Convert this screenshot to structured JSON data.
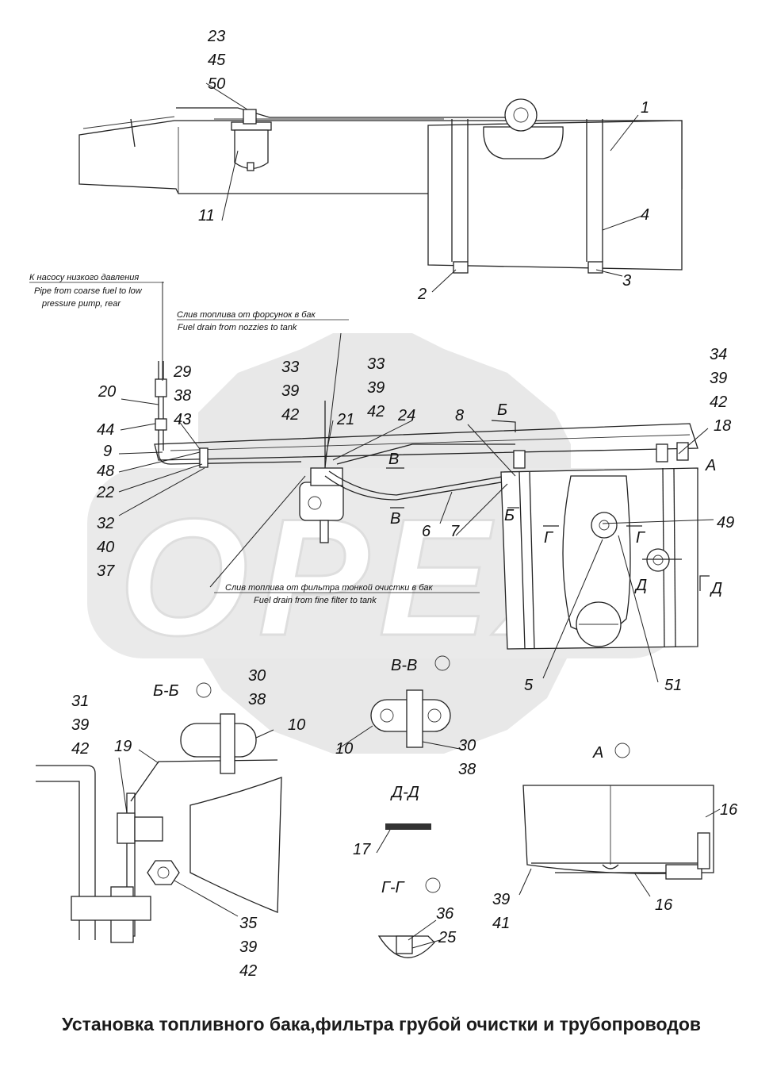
{
  "title": "Установка топливного бака,фильтра грубой очистки и трубопроводов",
  "watermark": "OPEX",
  "colors": {
    "line": "#222222",
    "watermark": "#e6e6e6",
    "text": "#111111"
  },
  "notes": {
    "low_pressure_ru": "К насосу низкого давления",
    "low_pressure_en1": "Pipe from coarse fuel to low",
    "low_pressure_en2": "pressure pump, rear",
    "nozzle_drain_ru": "Слив топлива от форсунок в бак",
    "nozzle_drain_en": "Fuel drain from nozzies to tank",
    "filter_drain_ru": "Слив топлива от фильтра тонкой очистки в бак",
    "filter_drain_en": "Fuel drain from fine filter to tank"
  },
  "sections": {
    "bb": "Б-Б",
    "vv": "В-В",
    "dd": "Д-Д",
    "gg": "Г-Г",
    "a": "А",
    "mark_b": "Б",
    "mark_v": "В",
    "mark_g": "Г",
    "mark_d": "Д"
  },
  "callouts": {
    "c1": "1",
    "c2": "2",
    "c3": "3",
    "c4": "4",
    "c5": "5",
    "c6": "6",
    "c7": "7",
    "c8": "8",
    "c9": "9",
    "c10": "10",
    "c11": "11",
    "c16": "16",
    "c17": "17",
    "c18": "18",
    "c19": "19",
    "c20": "20",
    "c21": "21",
    "c22": "22",
    "c23": "23",
    "c24": "24",
    "c25": "25",
    "c29": "29",
    "c30": "30",
    "c31": "31",
    "c32": "32",
    "c33": "33",
    "c34": "34",
    "c35": "35",
    "c36": "36",
    "c37": "37",
    "c38": "38",
    "c39": "39",
    "c40": "40",
    "c41": "41",
    "c42": "42",
    "c43": "43",
    "c44": "44",
    "c45": "45",
    "c48": "48",
    "c49": "49",
    "c50": "50",
    "c51": "51"
  }
}
